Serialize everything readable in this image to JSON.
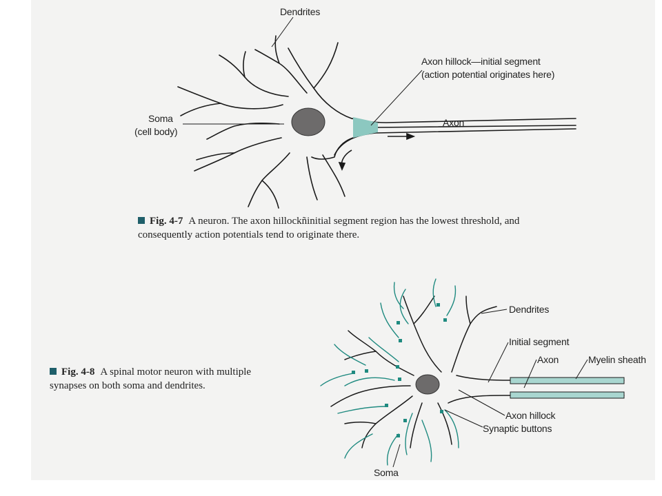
{
  "fig47": {
    "labels": {
      "dendrites": "Dendrites",
      "hillock_line1": "Axon hillock—initial segment",
      "hillock_line2": "(action potential originates here)",
      "soma_line1": "Soma",
      "soma_line2": "(cell body)",
      "axon": "Axon"
    },
    "caption": {
      "number": "Fig. 4-7",
      "text": "A neuron. The axon hillockñinitial segment region has the lowest threshold, and consequently action potentials tend to originate there."
    }
  },
  "fig48": {
    "labels": {
      "dendrites": "Dendrites",
      "initial_segment": "Initial segment",
      "axon": "Axon",
      "myelin_sheath": "Myelin sheath",
      "axon_hillock": "Axon hillock",
      "synaptic_buttons": "Synaptic buttons",
      "soma": "Soma"
    },
    "caption": {
      "number": "Fig. 4-8",
      "text": "A spinal motor neuron with multiple synapses on both soma and dendrites."
    }
  },
  "colors": {
    "page": "#f3f3f2",
    "line": "#1a1a1a",
    "nucleus": "#6d6b6b",
    "teal": "#1f8a80",
    "hillock_fill": "#8cc8c0",
    "myelin_fill": "#a9d6d0",
    "caption_marker": "#1f5f6a"
  }
}
